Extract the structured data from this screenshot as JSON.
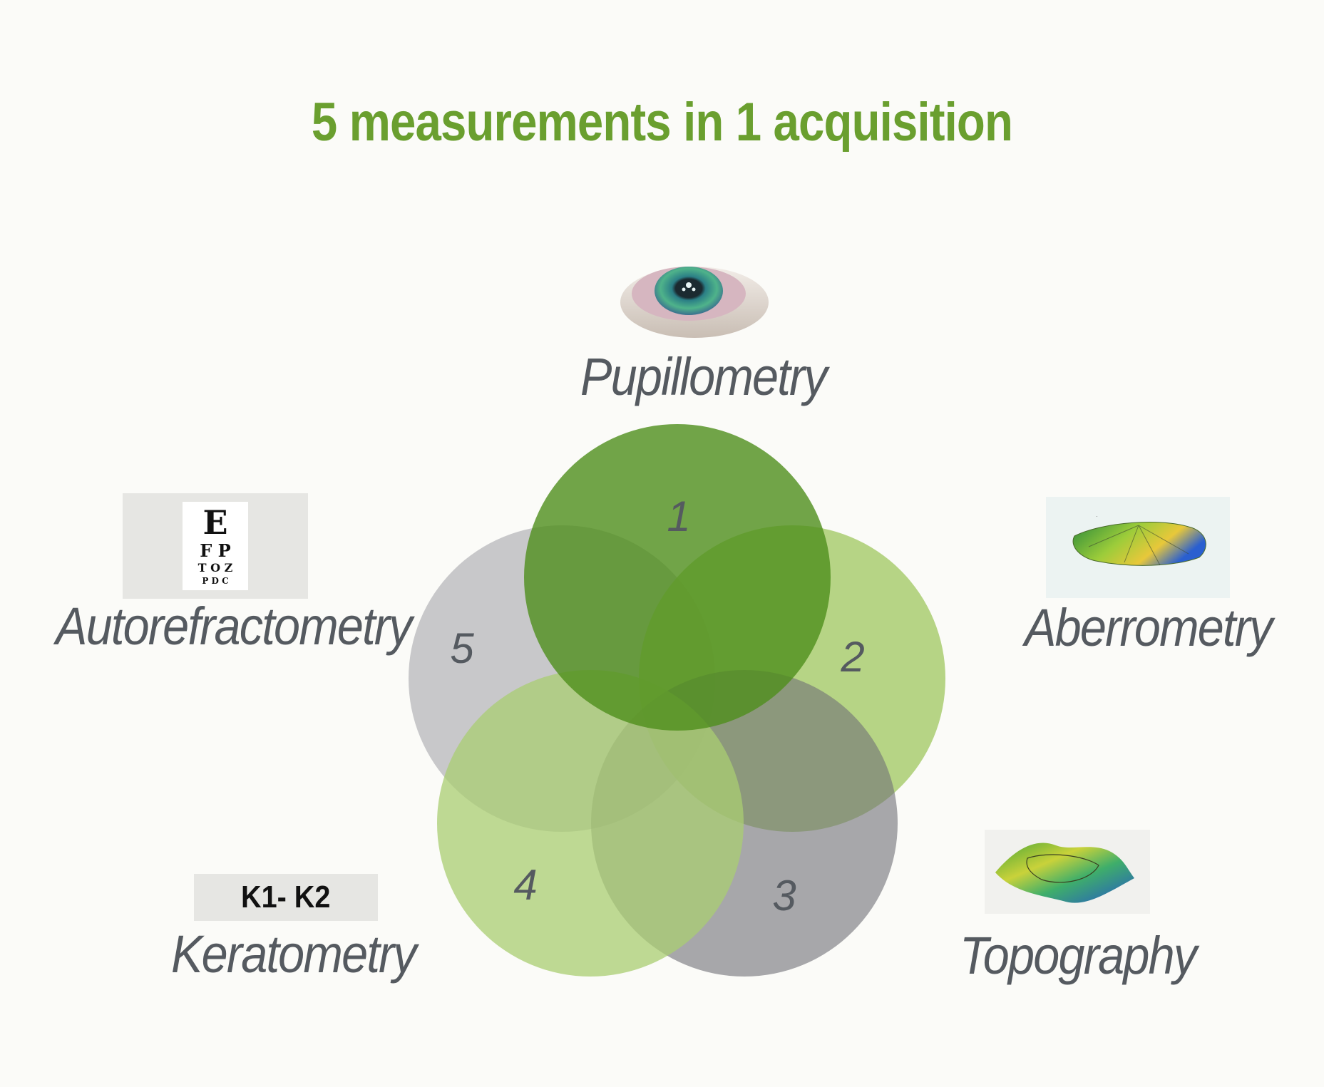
{
  "title": "5 measurements in 1 acquisition",
  "colors": {
    "title": "#6a9f2f",
    "label_text": "#555a60",
    "number_text": "#555a60",
    "circle_dark_green": "#4f8f1b",
    "circle_light_green": "#a9cd71",
    "circle_grey": "#9e9ea4",
    "image_bg": "#e8e8e6"
  },
  "measurements": [
    {
      "number": "1",
      "label": "Pupillometry",
      "icon": "eye-icon"
    },
    {
      "number": "2",
      "label": "Aberrometry",
      "icon": "aberrometry-map-icon"
    },
    {
      "number": "3",
      "label": "Topography",
      "icon": "topography-map-icon"
    },
    {
      "number": "4",
      "label": "Keratometry",
      "icon": "keratometry-k1-k2-icon"
    },
    {
      "number": "5",
      "label": "Autorefractometry",
      "icon": "eye-chart-icon"
    }
  ],
  "eye_chart": {
    "row1": "E",
    "row2": "F P",
    "row3": "T O Z",
    "row4": "P D C"
  },
  "keratometry_box": "K1- K2"
}
